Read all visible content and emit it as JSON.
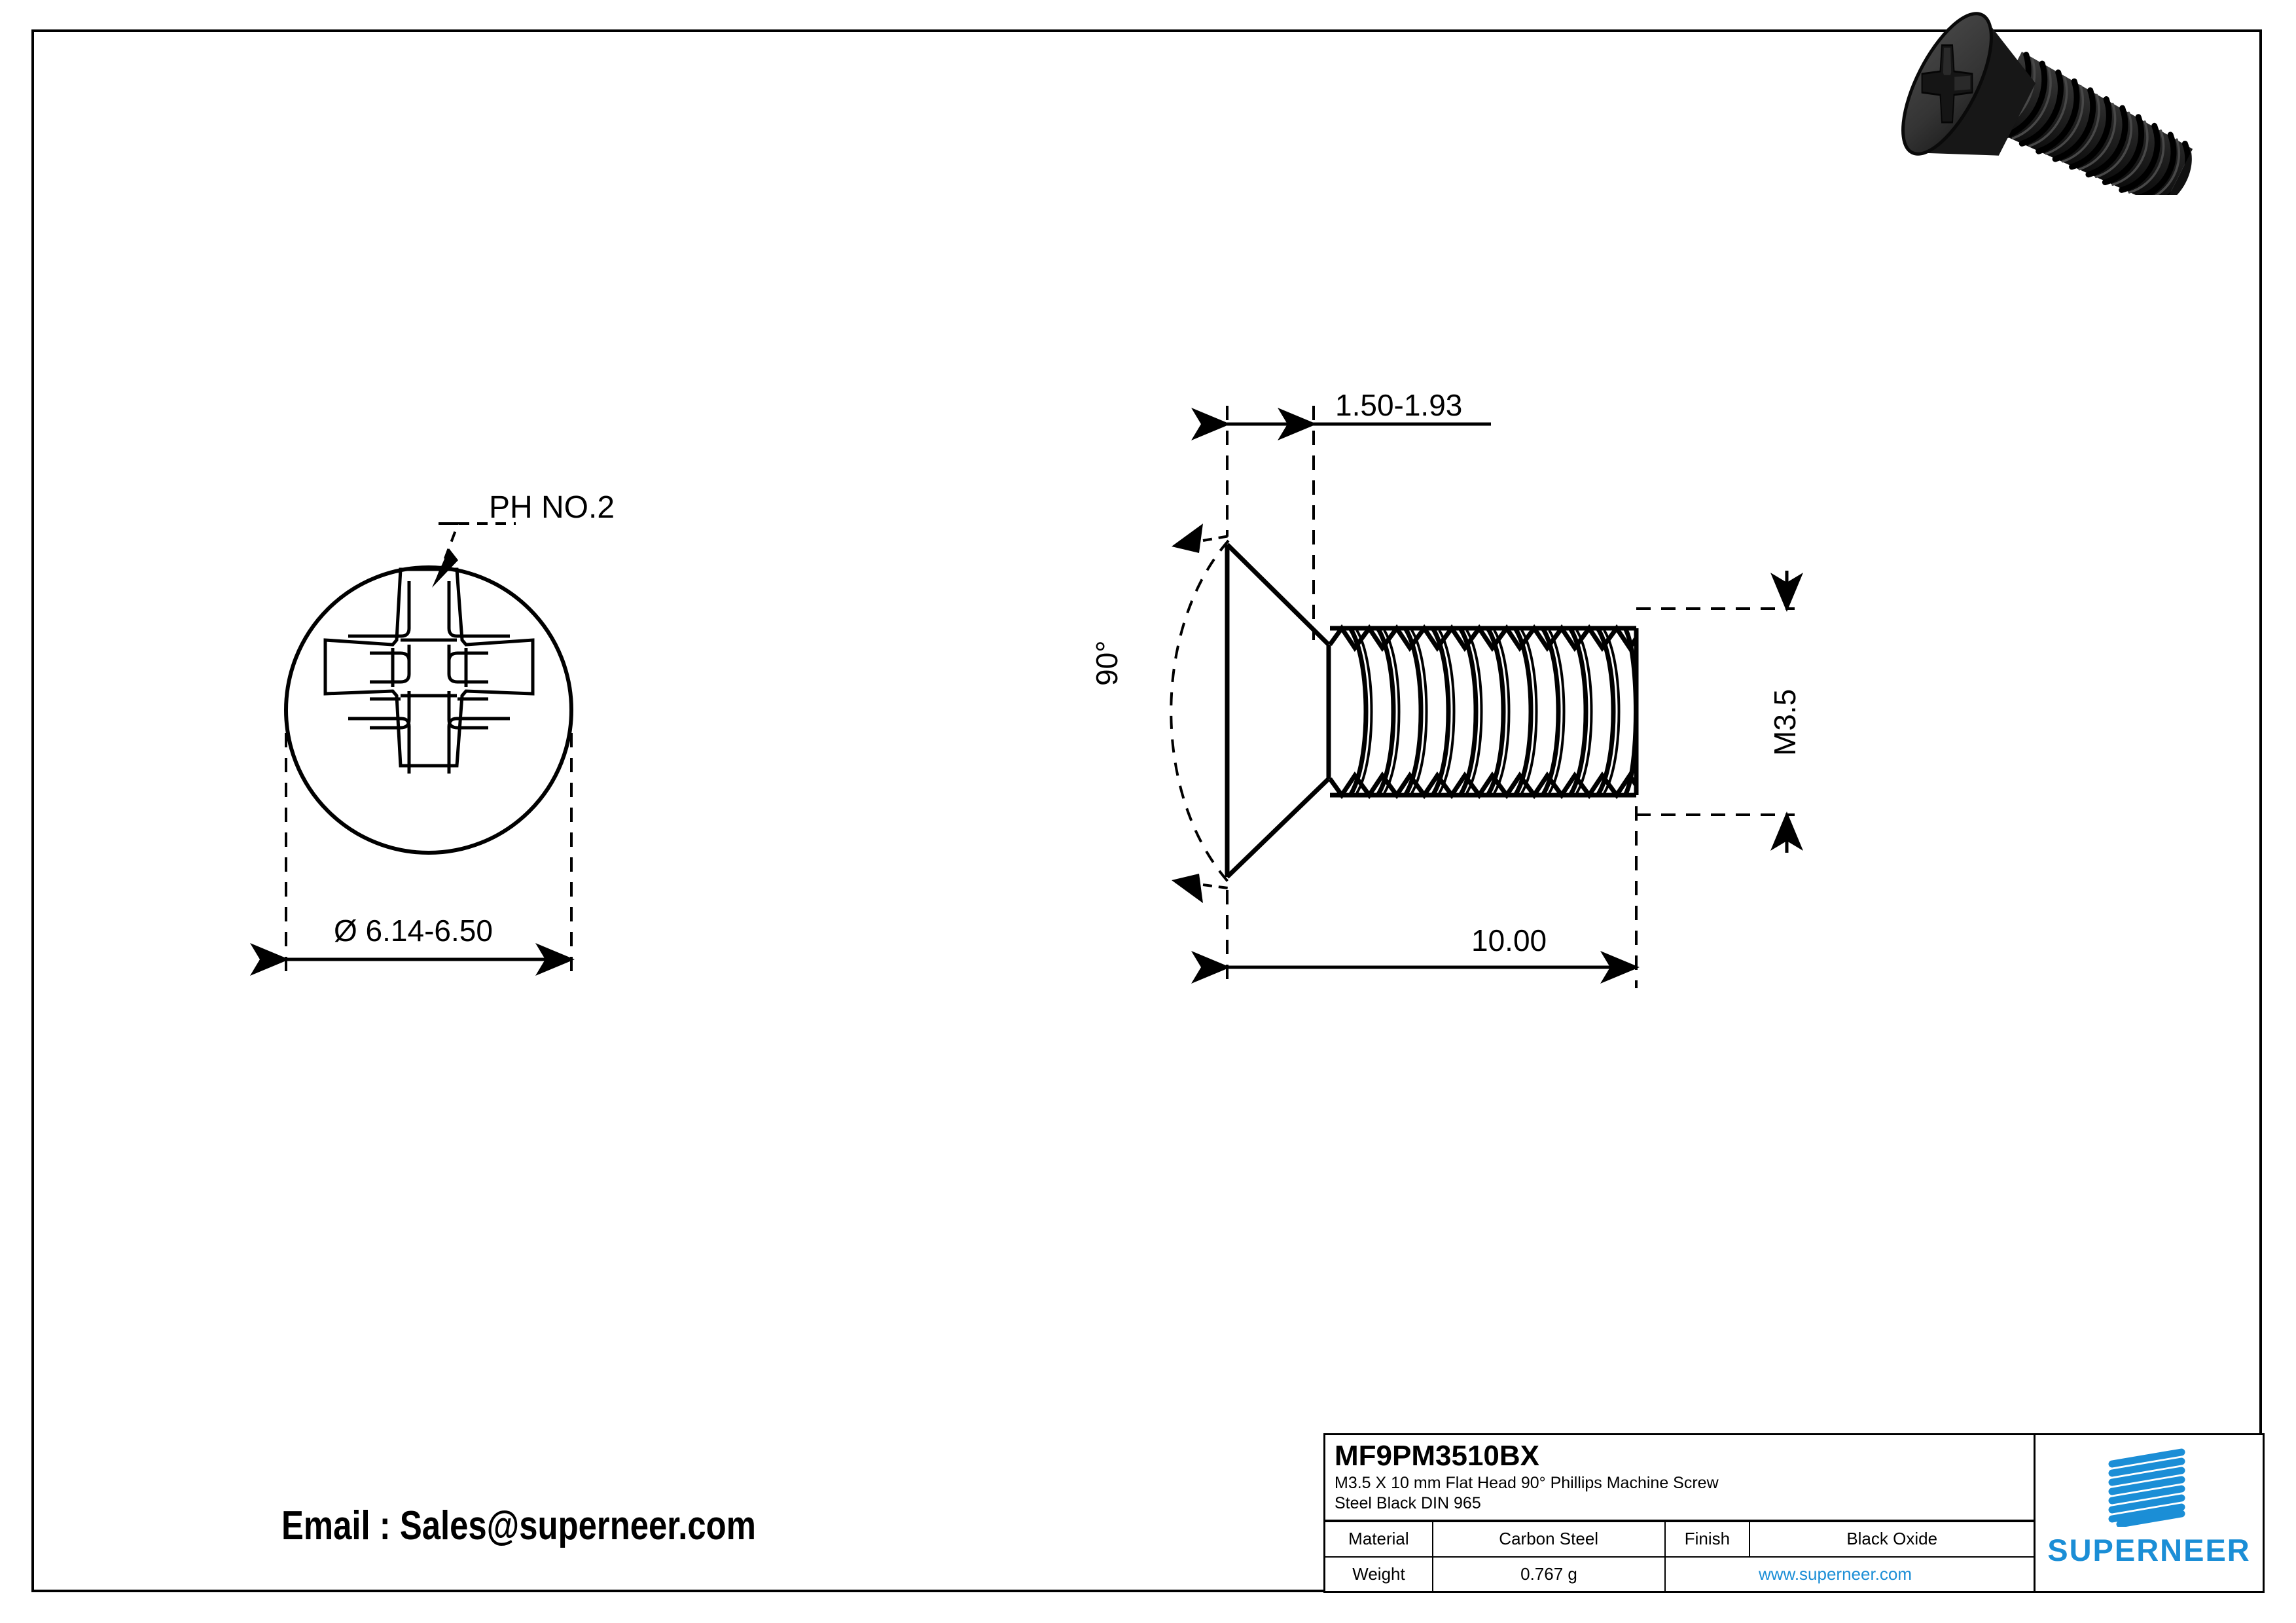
{
  "drawing": {
    "front_view": {
      "callout": "PH NO.2",
      "diameter_dim": "Ø 6.14-6.50"
    },
    "side_view": {
      "head_height_dim": "1.50-1.93",
      "angle_dim": "90°",
      "thread_dim": "M3.5",
      "length_dim": "10.00"
    }
  },
  "email": {
    "text": "Email : Sales@superneer.com"
  },
  "title_block": {
    "part_number": "MF9PM3510BX",
    "description_line1": "M3.5 X 10 mm  Flat Head 90° Phillips Machine Screw",
    "description_line2": "Steel Black DIN 965",
    "material_label": "Material",
    "material_value": "Carbon Steel",
    "finish_label": "Finish",
    "finish_value": "Black Oxide",
    "weight_label": "Weight",
    "weight_value": "0.767 g",
    "website": "www.superneer.com",
    "brand": "SUPERNEER",
    "brand_color": "#1b8ed6"
  }
}
